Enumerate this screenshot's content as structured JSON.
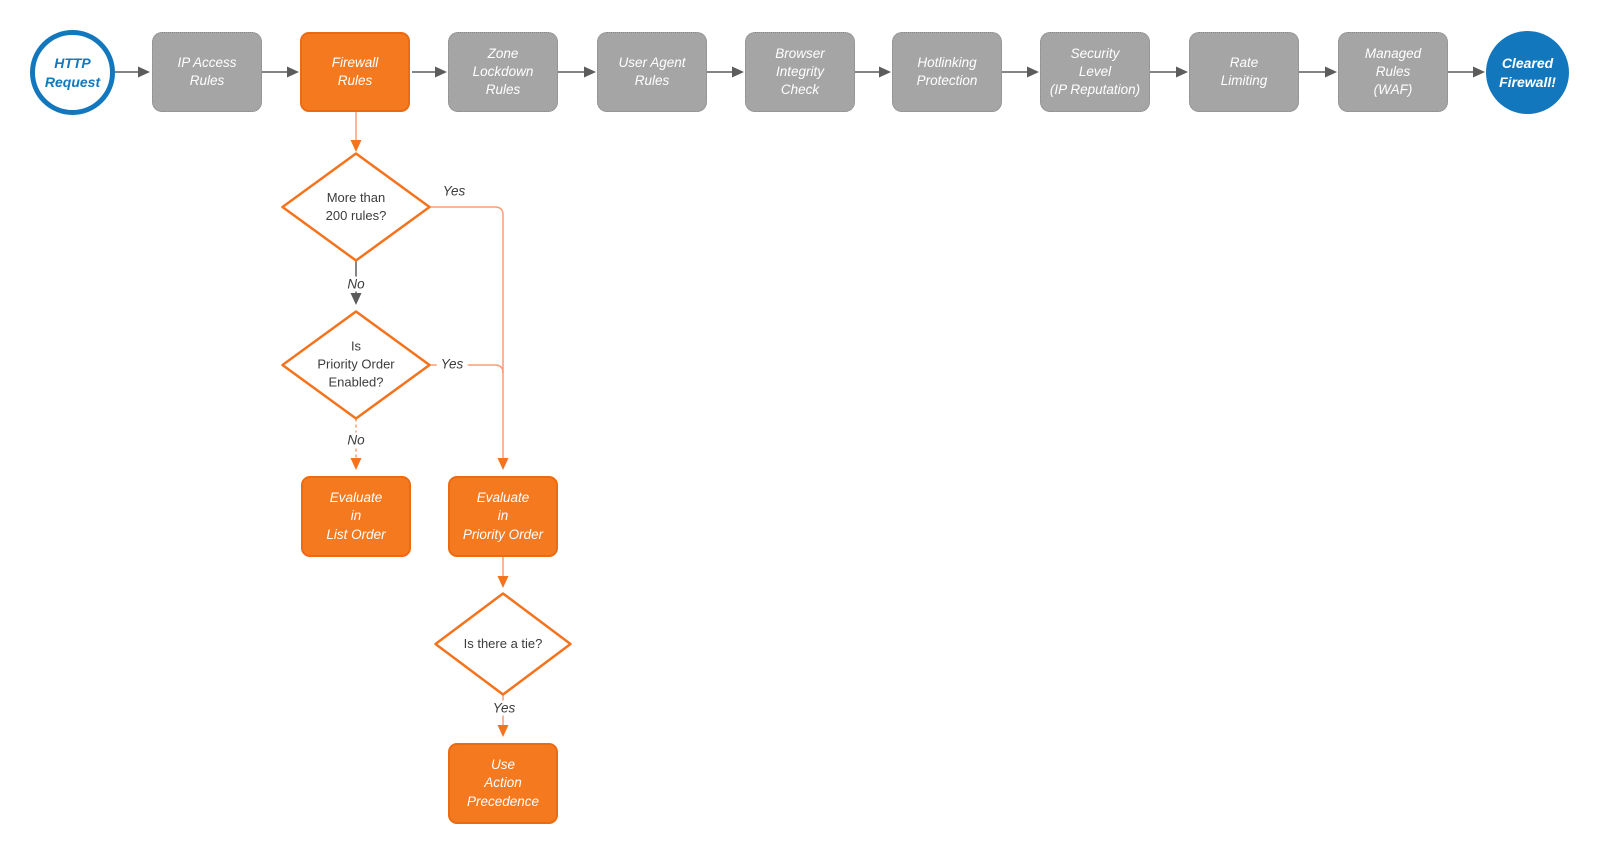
{
  "colors": {
    "accent_orange": "#f5791f",
    "orange_border": "#ea6b12",
    "node_gray": "#a5a5a5",
    "brand_blue": "#1277bd",
    "connector_gray": "#5c5c5c",
    "connector_orange_line": "#f89e72",
    "connector_orange_head": "#f4731c",
    "text_dark": "#3c3c3c"
  },
  "pipeline": {
    "start_label": "HTTP\nRequest",
    "steps": [
      {
        "label": "IP Access\nRules",
        "highlighted": false
      },
      {
        "label": "Firewall\nRules",
        "highlighted": true
      },
      {
        "label": "Zone\nLockdown\nRules",
        "highlighted": false
      },
      {
        "label": "User Agent\nRules",
        "highlighted": false
      },
      {
        "label": "Browser\nIntegrity\nCheck",
        "highlighted": false
      },
      {
        "label": "Hotlinking\nProtection",
        "highlighted": false
      },
      {
        "label": "Security\nLevel\n(IP Reputation)",
        "highlighted": false
      },
      {
        "label": "Rate\nLimiting",
        "highlighted": false
      },
      {
        "label": "Managed\nRules\n(WAF)",
        "highlighted": false
      }
    ],
    "end_label": "Cleared\nFirewall!"
  },
  "firewall_branch": {
    "decisions": {
      "more_than_200": "More than\n200 rules?",
      "priority_enabled": "Is\nPriority Order\nEnabled?",
      "is_tie": "Is there a tie?"
    },
    "actions": {
      "evaluate_list": "Evaluate\nin\nList Order",
      "evaluate_priority": "Evaluate\nin\nPriority Order",
      "use_action_precedence": "Use\nAction\nPrecedence"
    },
    "edge_labels": {
      "more_than_200_yes": "Yes",
      "more_than_200_no": "No",
      "priority_enabled_yes": "Yes",
      "priority_enabled_no": "No",
      "is_tie_yes": "Yes"
    }
  }
}
